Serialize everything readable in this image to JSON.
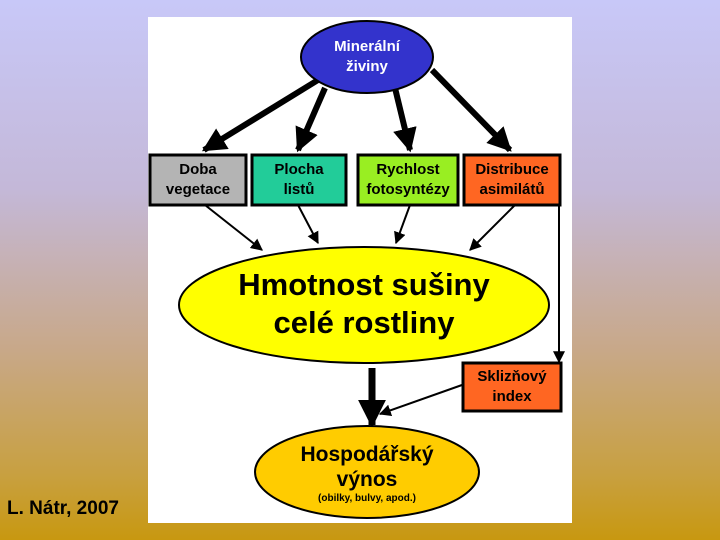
{
  "top_node": {
    "line1": "Minerální",
    "line2": "živiny"
  },
  "factors": [
    {
      "line1": "Doba",
      "line2": "vegetace",
      "color": "#b4b4b4"
    },
    {
      "line1": "Plocha",
      "line2": "listů",
      "color": "#22cc99"
    },
    {
      "line1": "Rychlost",
      "line2": "fotosyntézy",
      "color": "#99ee22"
    },
    {
      "line1": "Distribuce",
      "line2": "asimilátů",
      "color": "#ff6622"
    }
  ],
  "center_node": {
    "line1": "Hmotnost sušiny",
    "line2": "celé rostliny",
    "color": "#ffff00"
  },
  "harvest_index": {
    "line1": "Sklizňový",
    "line2": "index",
    "color": "#ff6622"
  },
  "yield_node": {
    "line1": "Hospodářský",
    "line2": "výnos",
    "note": "(obilky, bulvy, apod.)",
    "color": "#ffcc00"
  },
  "author": "L. Nátr, 2007",
  "colors": {
    "top_node": "#3333cc",
    "top_node_text": "#ffffff",
    "panel": "#ffffff"
  }
}
